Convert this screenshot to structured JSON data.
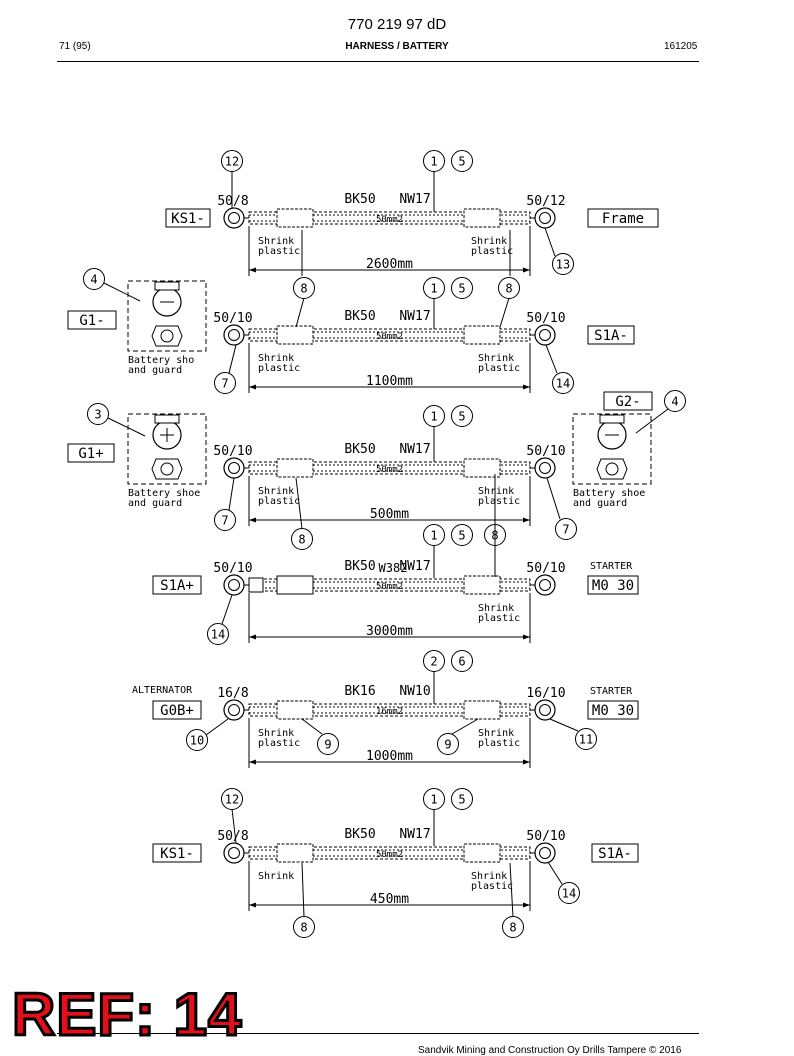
{
  "header": {
    "doc_number": "770 219 97 dD",
    "page": "71 (95)",
    "section": "HARNESS / BATTERY",
    "date": "161205"
  },
  "footer": {
    "copyright": "Sandvik Mining and Construction Oy Drills Tampere © 2016",
    "ref_stamp": "REF: 14"
  },
  "cables": [
    {
      "top_balloons": [
        "1",
        "5"
      ],
      "end_left": "50/8",
      "end_right": "50/12",
      "left_label": "KS1-",
      "right_label": "Frame",
      "wire": "BK50",
      "code": "NW17",
      "extra_code": "",
      "section_area": "50mm2",
      "length": "2600mm",
      "shrink_left": "Shrink\nplastic",
      "shrink_right": "Shrink\nplastic",
      "balloons": [
        "12",
        "13",
        "8"
      ]
    },
    {
      "top_balloons": [
        "8",
        "1",
        "5",
        "8"
      ],
      "end_left": "50/10",
      "end_right": "50/10",
      "left_label": "G1-",
      "right_label": "S1A-",
      "wire": "BK50",
      "code": "NW17",
      "extra_code": "",
      "section_area": "50mm2",
      "length": "1100mm",
      "shrink_left": "Shrink\nplastic",
      "shrink_right": "Shrink\nplastic",
      "balloons": [
        "4",
        "7",
        "14"
      ],
      "battery_note_left": "Battery sho\nand guard"
    },
    {
      "top_balloons": [
        "1",
        "5"
      ],
      "end_left": "50/10",
      "end_right": "50/10",
      "left_label": "G1+",
      "right_label": "G2-",
      "wire": "BK50",
      "code": "NW17",
      "extra_code": "",
      "section_area": "50mm2",
      "length": "500mm",
      "shrink_left": "Shrink\nplastic",
      "shrink_right": "Shrink\nplastic",
      "balloons": [
        "3",
        "4",
        "7",
        "8",
        "7"
      ],
      "battery_note_left": "Battery shoe\nand guard",
      "battery_note_right": "Battery shoe\nand guard"
    },
    {
      "top_balloons": [
        "1",
        "5",
        "8"
      ],
      "end_left": "50/10",
      "end_right": "50/10",
      "left_label": "S1A+",
      "right_label": "M0 30",
      "right_title": "STARTER",
      "wire": "BK50",
      "code": "NW17",
      "extra_code": "W382",
      "section_area": "50mm2",
      "length": "3000mm",
      "shrink_left": "",
      "shrink_right": "Shrink\nplastic",
      "balloons": [
        "14"
      ]
    },
    {
      "top_balloons": [
        "2",
        "6"
      ],
      "end_left": "16/8",
      "end_right": "16/10",
      "left_label": "G0B+",
      "right_label": "M0 30",
      "left_title": "ALTERNATOR",
      "right_title": "STARTER",
      "wire": "BK16",
      "code": "NW10",
      "extra_code": "",
      "section_area": "16mm2",
      "length": "1000mm",
      "shrink_left": "Shrink\nplastic",
      "shrink_right": "Shrink\nplastic",
      "balloons": [
        "10",
        "9",
        "9",
        "11"
      ]
    },
    {
      "top_balloons": [
        "12",
        "1",
        "5"
      ],
      "end_left": "50/8",
      "end_right": "50/10",
      "left_label": "KS1-",
      "right_label": "S1A-",
      "wire": "BK50",
      "code": "NW17",
      "extra_code": "",
      "section_area": "50mm2",
      "length": "450mm",
      "shrink_left": "Shrink",
      "shrink_right": "Shrink\nplastic",
      "balloons": [
        "14",
        "8",
        "8"
      ]
    }
  ],
  "colors": {
    "stamp_fill": "#e3101c",
    "ink": "#000000"
  }
}
